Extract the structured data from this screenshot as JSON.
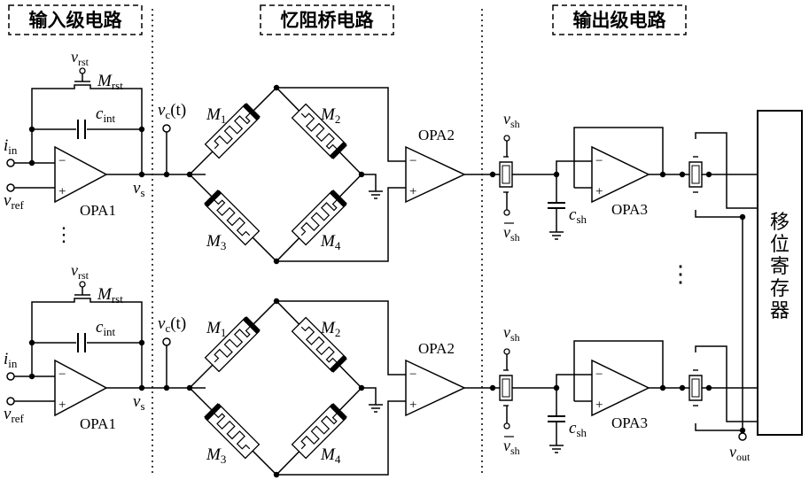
{
  "sections": {
    "input": "输入级电路",
    "bridge": "忆阻桥电路",
    "output": "输出级电路"
  },
  "shift_register": [
    "移",
    "位",
    "寄",
    "存",
    "器"
  ],
  "labels": {
    "v_rst": "v",
    "v_rst_sub": "rst",
    "M_rst": "M",
    "M_rst_sub": "rst",
    "c_int": "c",
    "c_int_sub": "int",
    "i_in": "i",
    "i_in_sub": "in",
    "v_ref": "v",
    "v_ref_sub": "ref",
    "v_s": "v",
    "v_s_sub": "s",
    "v_c": "v",
    "v_c_sub": "c",
    "v_c_arg": "(t)",
    "opa1": "OPA1",
    "opa2": "OPA2",
    "opa3": "OPA3",
    "M1": "M",
    "M1_sub": "1",
    "M2": "M",
    "M2_sub": "2",
    "M3": "M",
    "M3_sub": "3",
    "M4": "M",
    "M4_sub": "4",
    "v_sh": "v",
    "v_sh_sub": "sh",
    "c_sh": "c",
    "c_sh_sub": "sh",
    "v_out": "v",
    "v_out_sub": "out",
    "minus": "−",
    "plus": "+",
    "dots": "⋮"
  }
}
